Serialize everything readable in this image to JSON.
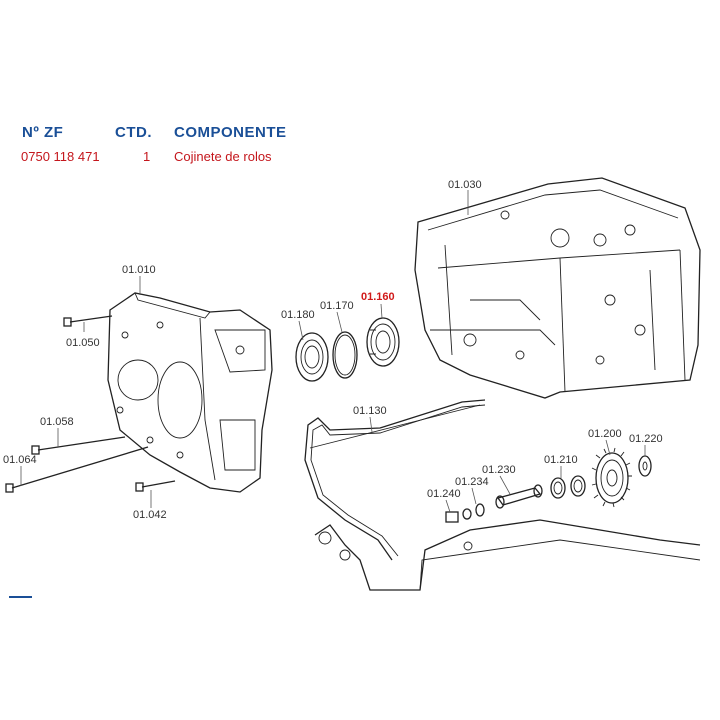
{
  "table": {
    "headers": {
      "part_no": "Nº ZF",
      "qty": "CTD.",
      "component": "COMPONENTE"
    },
    "row": {
      "part_no": "0750 118 471",
      "qty": "1",
      "component": "Cojinete de rolos"
    }
  },
  "callouts": {
    "c01030": "01.030",
    "c01010": "01.010",
    "c01050": "01.050",
    "c01180": "01.180",
    "c01170": "01.170",
    "c01160": "01.160",
    "c01130": "01.130",
    "c01058": "01.058",
    "c01064": "01.064",
    "c01042": "01.042",
    "c01200": "01.200",
    "c01220": "01.220",
    "c01210": "01.210",
    "c01230": "01.230",
    "c01234": "01.234",
    "c01240": "01.240"
  },
  "highlight_callout": "01.160",
  "colors": {
    "header": "#1a4f97",
    "row": "#c4161c",
    "highlight": "#d11a1a"
  }
}
